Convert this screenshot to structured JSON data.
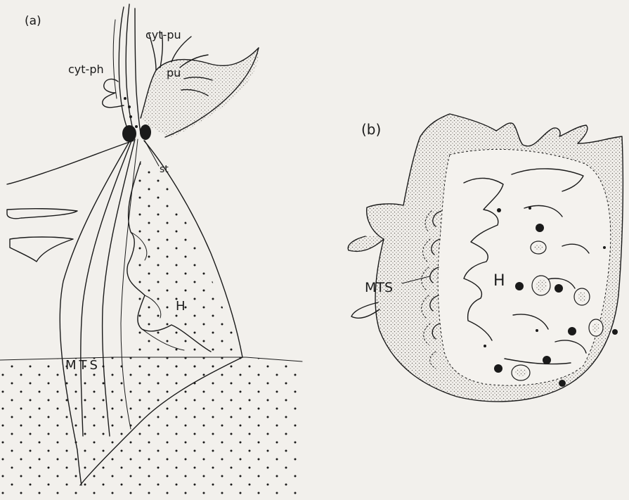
{
  "colors": {
    "paper": "#f2f0ec",
    "ink": "#1a1a1a",
    "stipple": "#6f6a64"
  },
  "panel_a": {
    "panel_label": "(a)",
    "labels": {
      "cyt_pu": "cyt-pu",
      "cyt_ph": "cyt-ph",
      "pu": "pu",
      "st": "st",
      "h": "H",
      "mts": "MTS"
    }
  },
  "panel_b": {
    "panel_label": "(b)",
    "labels": {
      "mts": "MTS",
      "h": "H"
    }
  }
}
